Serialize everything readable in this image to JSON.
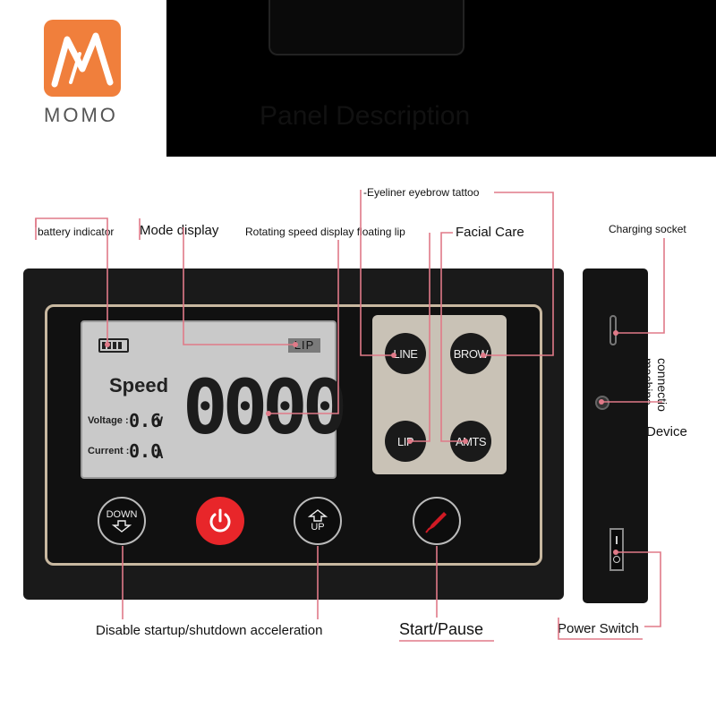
{
  "brand": {
    "logo_text": "MOMO",
    "logo_color": "#f07f3c"
  },
  "title": "Panel Description",
  "labels": {
    "battery": "battery indicator",
    "mode_display": "Mode display",
    "rotating_speed": "Rotating speed display floating lip",
    "eyeliner": "-Eyeliner eyebrow tattoo",
    "facial_care": "Facial Care",
    "charging_socket": "Charging socket",
    "connection": "connectio",
    "machine": "machine",
    "device": "Device",
    "disable": "Disable startup/shutdown acceleration",
    "start_pause": "Start/Pause",
    "power_switch": "Power Switch"
  },
  "lcd": {
    "mode": "LIP",
    "speed_label": "Speed",
    "speed_value": "0000",
    "voltage_label": "Voltage :",
    "voltage_value": "0.6",
    "voltage_unit": "V",
    "current_label": "Current :",
    "current_value": "0.0",
    "current_unit": "A"
  },
  "mode_buttons": [
    "LINE",
    "BROW",
    "LIP",
    "AMTS"
  ],
  "control_buttons": {
    "down": "DOWN",
    "up": "UP"
  },
  "colors": {
    "callout": "#e07a88",
    "power": "#e8262a",
    "start": "#d11a24"
  }
}
